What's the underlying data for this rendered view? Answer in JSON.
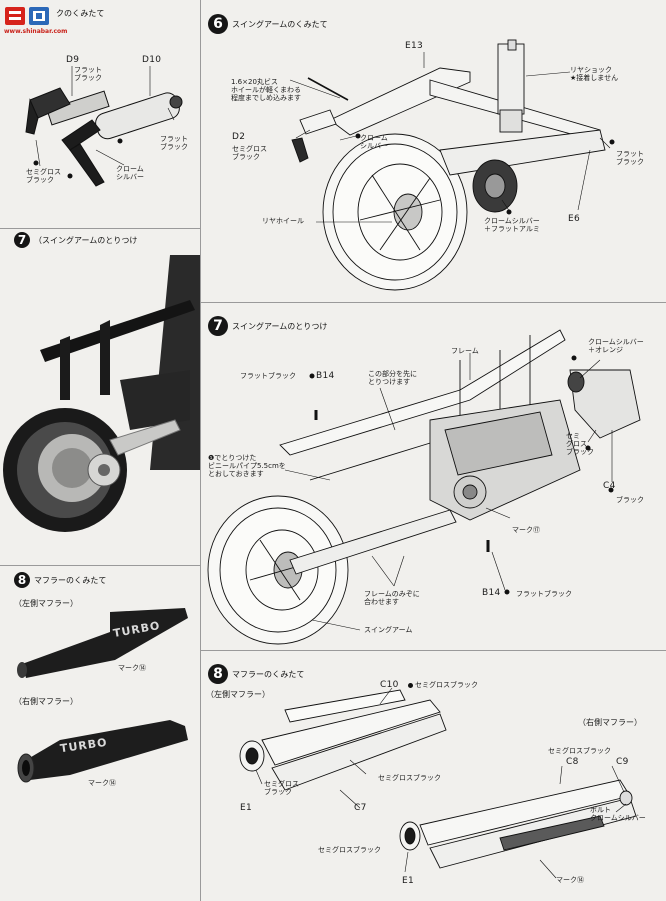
{
  "logo": {
    "text": "www.shinabar.com"
  },
  "left_column": {
    "top_step": {
      "title": "クのくみたて"
    },
    "parts": {
      "d9": "D9",
      "d10": "D10",
      "flat_black_1": "フラット\nブラック",
      "flat_black_2": "フラット\nブラック",
      "chrome_silver": "クローム\nシルバー",
      "semigloss_black": "セミグロス\nブラック"
    },
    "step7": {
      "number": "7",
      "title": "（スイングアームのとりつけ"
    },
    "step8": {
      "number": "8",
      "title": "マフラーのくみたて",
      "left_muffler": "（左側マフラー）",
      "right_muffler": "（右側マフラー）",
      "mark_left": "マーク⑭",
      "mark_right": "マーク⑭",
      "turbo_text": "TURBO"
    }
  },
  "right_column": {
    "step6": {
      "number": "6",
      "title": "スイングアームのくみたて",
      "e13": "E13",
      "d2": "D2",
      "e6": "E6",
      "screw_note": "1.6×20丸ビス\nホイールが軽くまわる\n程度までしめ込みます",
      "semigloss_black": "セミグロス\nブラック",
      "chrome_silver": "クローム\nシルバー",
      "rear_shock": "リヤショック\n★接着しません",
      "flat_black": "フラット\nブラック",
      "rear_wheel": "リヤホイール",
      "chrome_flat_alu": "クロームシルバー\n＋フラットアルミ"
    },
    "step7": {
      "number": "7",
      "title": "スイングアームのとりつけ",
      "frame": "フレーム",
      "flat_black_b14": "フラットブラック",
      "b14_top": "B14",
      "insert_note": "この部分を先に\nとりつけます",
      "chrome_orange": "クロームシルバー\n＋オレンジ",
      "semigloss_black": "セミ\nグロス\nブラック",
      "vinyl_note": "❶でとりつけた\nビニールパイプ5.5cmを\nとおしておきます",
      "c4": "C4",
      "c4_black": "ブラック",
      "mark17": "マーク⑰",
      "frame_groove": "フレームのみぞに\n合わせます",
      "b14_bottom": "B14",
      "b14_flat_black": "フラットブラック",
      "swing_arm": "スイングアーム"
    },
    "step8": {
      "number": "8",
      "title": "マフラーのくみたて",
      "left_muffler": "（左側マフラー）",
      "right_muffler": "（右側マフラー）",
      "c10": "C10",
      "c10_color": "セミグロスブラック",
      "e1_top": "E1",
      "e1_color": "セミグロス\nブラック",
      "c7": "C7",
      "c7_color": "セミグロスブラック",
      "c8": "C8",
      "c9": "C9",
      "c8c9_color": "セミグロスブラック",
      "bolt": "ボルト\nクロームシルバー",
      "e1_bottom_color": "セミグロスブラック",
      "e1_bottom": "E1",
      "mark14": "マーク⑭"
    }
  }
}
